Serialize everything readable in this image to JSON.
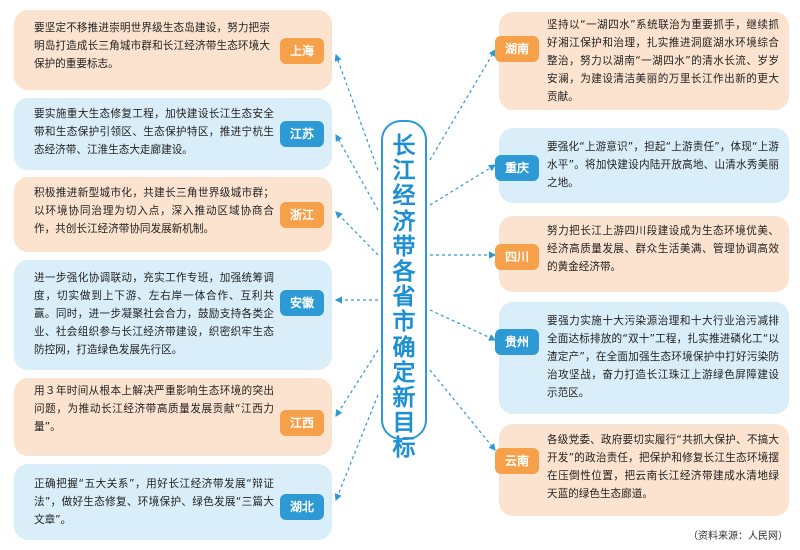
{
  "center_title": "长江经济带各省市确定新目标",
  "source_note": "（资料来源：人民网）",
  "left_cards": [
    {
      "province": "上海",
      "text": "要坚定不移推进崇明世界级生态岛建设，努力把崇明岛打造成长三角城市群和长江经济带生态环境大保护的重要标志。"
    },
    {
      "province": "江苏",
      "text": "要实施重大生态修复工程，加快建设长江生态安全带和生态保护引领区、生态保护特区，推进宁杭生态经济带、江淮生态大走廊建设。"
    },
    {
      "province": "浙江",
      "text": "积极推进新型城市化，共建长三角世界级城市群；以环境协同治理为切入点，深入推动区域协商合作，共创长江经济带协同发展新机制。"
    },
    {
      "province": "安徽",
      "text": "进一步强化协调联动，充实工作专班，加强统筹调度，切实做到上下游、左右岸一体合作、互利共赢。同时，进一步凝聚社会合力，鼓励支持各类企业、社会组织参与长江经济带建设，织密织牢生态防控网，打造绿色发展先行区。"
    },
    {
      "province": "江西",
      "text": "用３年时间从根本上解决严重影响生态环境的突出问题，为推动长江经济带高质量发展贡献“江西力量”。"
    },
    {
      "province": "湖北",
      "text": "正确把握“五大关系”，用好长江经济带发展“辩证法”，做好生态修复、环境保护、绿色发展“三篇大文章”。"
    }
  ],
  "right_cards": [
    {
      "province": "湖南",
      "text": "坚持以“一湖四水”系统联治为重要抓手，继续抓好湘江保护和治理，扎实推进洞庭湖水环境综合整治，努力以湖南“一湖四水”的清水长流、岁岁安澜，为建设清洁美丽的万里长江作出新的更大贡献。"
    },
    {
      "province": "重庆",
      "text": "要强化“上游意识”，担起“上游责任”，体现“上游水平”。将加快建设内陆开放高地、山清水秀美丽之地。"
    },
    {
      "province": "四川",
      "text": "努力把长江上游四川段建设成为生态环境优美、经济高质量发展、群众生活美满、管理协调高效的黄金经济带。"
    },
    {
      "province": "贵州",
      "text": "要强力实施十大污染源治理和十大行业治污减排全面达标排放的“双十”工程，扎实推进磷化工“以渣定产”，在全面加强生态环境保护中打好污染防治攻坚战，奋力打造长江珠江上游绿色屏障建设示范区。"
    },
    {
      "province": "云南",
      "text": "各级党委、政府要切实履行“共抓大保护、不搞大开发”的政治责任，把保护和修复长江生态环境摆在压倒性位置，把云南长江经济带建成水清地绿天蓝的绿色生态廊道。"
    }
  ]
}
